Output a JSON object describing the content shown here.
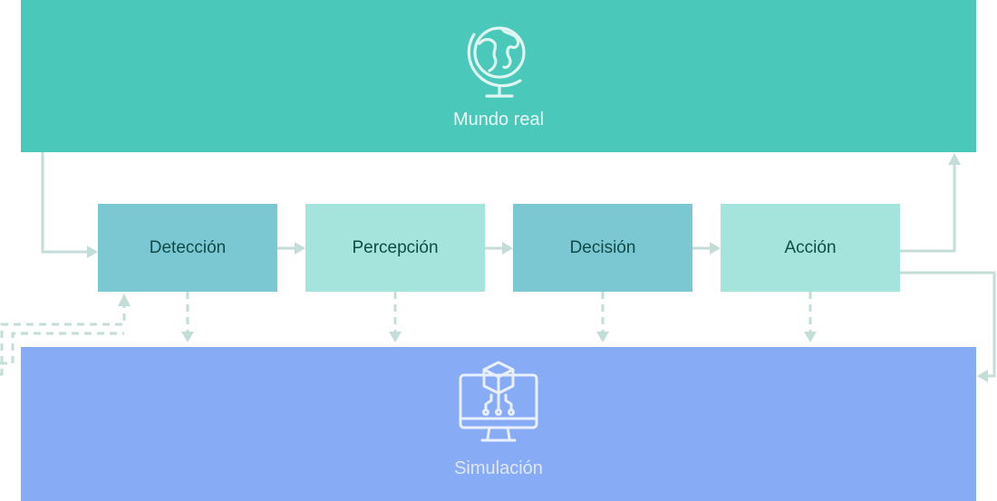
{
  "real_world": {
    "label": "Mundo real",
    "icon": "globe-icon"
  },
  "simulation": {
    "label": "Simulación",
    "icon": "monitor-cube-icon"
  },
  "stages": [
    {
      "label": "Detección"
    },
    {
      "label": "Percepción"
    },
    {
      "label": "Decisión"
    },
    {
      "label": "Acción"
    }
  ],
  "colors": {
    "real_world_band": "#4ac8b9",
    "simulation_band": "#88abf5",
    "stage_dark": "#7bc8d3",
    "stage_light": "#a5e4dd",
    "stage_text": "#0f4a47",
    "connector": "#c3ddd8"
  }
}
